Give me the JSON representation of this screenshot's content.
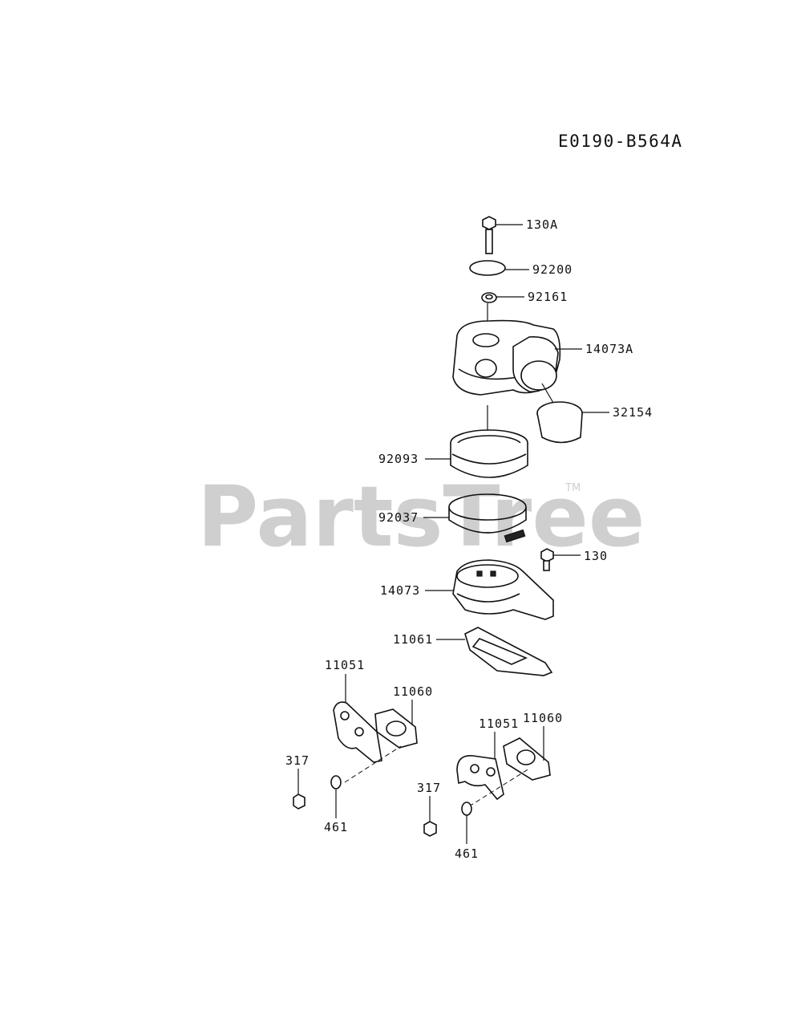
{
  "diagram_id": "E0190-B564A",
  "watermark": {
    "text": "PartsTree",
    "tm": "TM"
  },
  "callouts": {
    "p130A": "130A",
    "p92200": "92200",
    "p92161": "92161",
    "p14073A": "14073A",
    "p32154": "32154",
    "p92093": "92093",
    "p92037": "92037",
    "p130": "130",
    "p14073": "14073",
    "p11061": "11061",
    "p11051_left": "11051",
    "p11060_left": "11060",
    "p317_left": "317",
    "p461_left": "461",
    "p11051_right": "11051",
    "p11060_right": "11060",
    "p317_right": "317",
    "p461_right": "461"
  }
}
